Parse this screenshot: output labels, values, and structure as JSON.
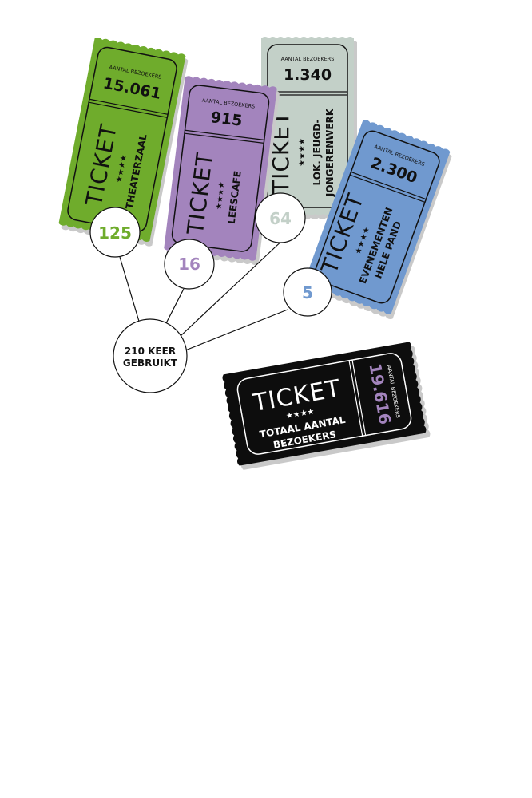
{
  "colors": {
    "green": "#6fac2c",
    "purple": "#a384bd",
    "grey": "#c3d0c8",
    "blue": "#7099cf",
    "black": "#0d0d0d",
    "shadow": "#c9c9c9",
    "total_accent": "#a384bd"
  },
  "tickets": [
    {
      "id": "theaterzaal",
      "word": "TICKET",
      "stars": "★★★★",
      "header": "AANTAL BEZOEKERS",
      "visitors": "15.061",
      "room": [
        "THEATERZAAL"
      ],
      "uses": "125",
      "color": "green"
    },
    {
      "id": "leescafe",
      "word": "TICKET",
      "stars": "★★★★",
      "header": "AANTAL BEZOEKERS",
      "visitors": "915",
      "room": [
        "LEESCAFE"
      ],
      "uses": "16",
      "color": "purple"
    },
    {
      "id": "jeugdwerk",
      "word": "TICKET",
      "stars": "★★★★",
      "header": "AANTAL BEZOEKERS",
      "visitors": "1.340",
      "room": [
        "LOK. JEUGD-",
        "JONGERENWERK"
      ],
      "uses": "64",
      "color": "grey"
    },
    {
      "id": "evenementen",
      "word": "TICKET",
      "stars": "★★★★",
      "header": "AANTAL BEZOEKERS",
      "visitors": "2.300",
      "room": [
        "EVENEMENTEN",
        "HELE PAND"
      ],
      "uses": "5",
      "color": "blue"
    }
  ],
  "hub": {
    "lines": [
      "210 KEER",
      "GEBRUIKT"
    ]
  },
  "total": {
    "word": "TICKET",
    "stars": "★★★★",
    "label": [
      "TOTAAL AANTAL",
      "BEZOEKERS"
    ],
    "header": "AANTAL BEZOEKERS",
    "visitors": "19.616"
  }
}
